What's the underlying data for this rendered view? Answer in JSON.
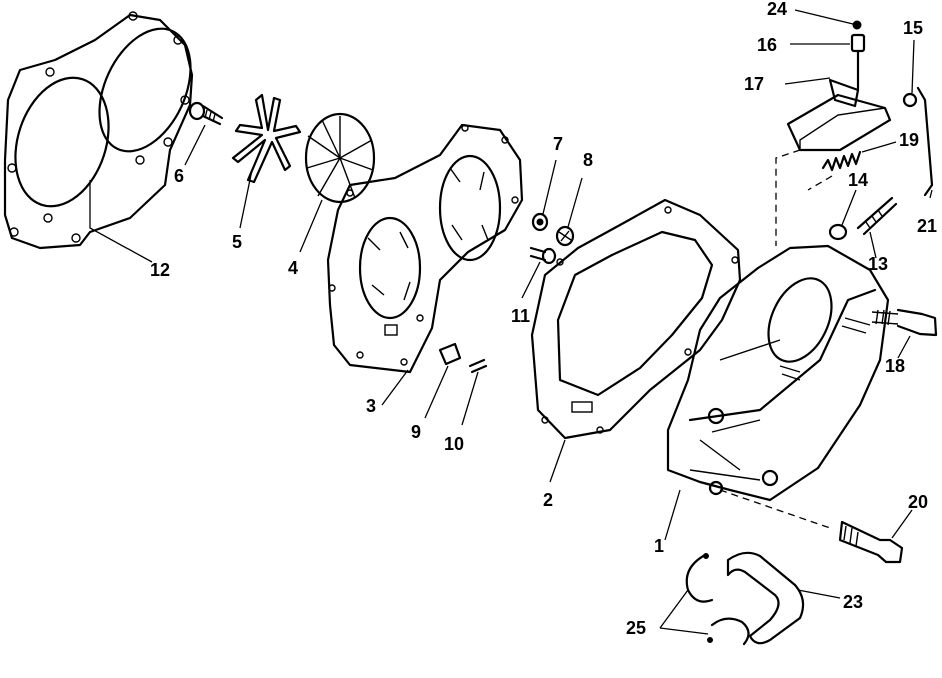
{
  "callouts": [
    {
      "id": "1",
      "text": "1"
    },
    {
      "id": "2",
      "text": "2"
    },
    {
      "id": "3",
      "text": "3"
    },
    {
      "id": "4",
      "text": "4"
    },
    {
      "id": "5",
      "text": "5"
    },
    {
      "id": "6",
      "text": "6"
    },
    {
      "id": "7",
      "text": "7"
    },
    {
      "id": "8",
      "text": "8"
    },
    {
      "id": "9",
      "text": "9"
    },
    {
      "id": "10",
      "text": "10"
    },
    {
      "id": "11",
      "text": "11"
    },
    {
      "id": "12",
      "text": "12"
    },
    {
      "id": "13",
      "text": "13"
    },
    {
      "id": "14",
      "text": "14"
    },
    {
      "id": "15",
      "text": "15"
    },
    {
      "id": "16",
      "text": "16"
    },
    {
      "id": "17",
      "text": "17"
    },
    {
      "id": "18",
      "text": "18"
    },
    {
      "id": "19",
      "text": "19"
    },
    {
      "id": "20",
      "text": "20"
    },
    {
      "id": "21",
      "text": "21"
    },
    {
      "id": "23",
      "text": "23"
    },
    {
      "id": "24",
      "text": "24"
    },
    {
      "id": "25",
      "text": "25"
    }
  ],
  "parts": [
    {
      "id": "gasket-12",
      "icon": "gasket-icon"
    },
    {
      "id": "screw-6",
      "icon": "screw-icon"
    },
    {
      "id": "impeller-5",
      "icon": "impeller-icon"
    },
    {
      "id": "valve-4",
      "icon": "valve-icon"
    },
    {
      "id": "plate-3",
      "icon": "plate-icon"
    },
    {
      "id": "washer-7",
      "icon": "washer-icon"
    },
    {
      "id": "nut-8",
      "icon": "nut-icon"
    },
    {
      "id": "screw-11",
      "icon": "screw-icon"
    },
    {
      "id": "pin-9",
      "icon": "pin-icon"
    },
    {
      "id": "screw-10",
      "icon": "screw-icon"
    },
    {
      "id": "gasket-2",
      "icon": "gasket-icon"
    },
    {
      "id": "housing-1",
      "icon": "housing-icon"
    },
    {
      "id": "lever-16",
      "icon": "lever-icon"
    },
    {
      "id": "bushing-17",
      "icon": "bushing-icon"
    },
    {
      "id": "ball-18",
      "icon": "ball-icon"
    },
    {
      "id": "nut-15",
      "icon": "nut-icon"
    },
    {
      "id": "spring-19",
      "icon": "spring-icon"
    },
    {
      "id": "rod-24",
      "icon": "rod-icon"
    },
    {
      "id": "washer-14",
      "icon": "washer-icon"
    },
    {
      "id": "screw-13",
      "icon": "screw-icon"
    },
    {
      "id": "bolt-21",
      "icon": "bolt-icon"
    },
    {
      "id": "bolt-23",
      "icon": "bolt-icon"
    },
    {
      "id": "hose-20",
      "icon": "hose-icon"
    },
    {
      "id": "clamp-25",
      "icon": "clamp-icon"
    }
  ]
}
